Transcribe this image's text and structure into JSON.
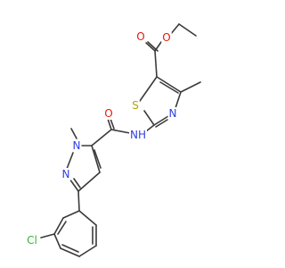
{
  "colors": {
    "bond": "#3a3a3a",
    "O": "#e8180c",
    "N": "#2f3fe0",
    "S": "#b3a400",
    "Cl": "#33b533"
  },
  "atoms": {
    "o_carbonyl_ester": {
      "label": "O",
      "element": "O"
    },
    "o_ether_ester": {
      "label": "O",
      "element": "O"
    },
    "s_thiazole": {
      "label": "S",
      "element": "S"
    },
    "n_thiazole": {
      "label": "N",
      "element": "N"
    },
    "o_amide": {
      "label": "O",
      "element": "O"
    },
    "n_amide": {
      "label": "NH",
      "element": "N"
    },
    "n_pyrazole_methyl": {
      "label": "N",
      "element": "N"
    },
    "n_pyrazole": {
      "label": "N",
      "element": "N"
    },
    "cl_phenyl": {
      "label": "Cl",
      "element": "Cl"
    }
  }
}
